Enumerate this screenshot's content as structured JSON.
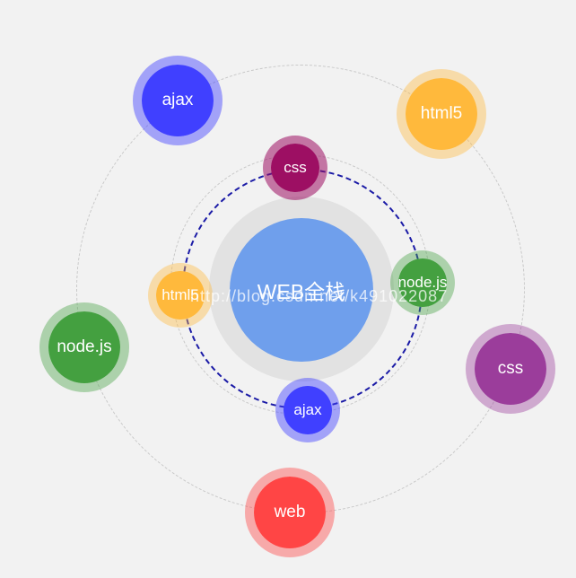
{
  "center": {
    "label": "WEB全栈",
    "color": "#6f9fec"
  },
  "outer_items": [
    {
      "label": "ajax",
      "color": "#4040ff",
      "ring": "rgba(64,64,255,0.45)"
    },
    {
      "label": "html5",
      "color": "#ffb93c",
      "ring": "rgba(255,185,60,0.4)"
    },
    {
      "label": "node.js",
      "color": "#44a040",
      "ring": "rgba(68,160,64,0.4)"
    },
    {
      "label": "css",
      "color": "#9b3d9b",
      "ring": "rgba(155,61,155,0.4)"
    },
    {
      "label": "web",
      "color": "#ff4545",
      "ring": "rgba(255,69,69,0.42)"
    }
  ],
  "inner_items": [
    {
      "label": "css",
      "color": "#9d0f63",
      "ring": "rgba(157,15,99,0.55)"
    },
    {
      "label": "html5",
      "color": "#ffb93c",
      "ring": "rgba(255,185,60,0.4)"
    },
    {
      "label": "node.js",
      "color": "#44a040",
      "ring": "rgba(68,160,64,0.4)"
    },
    {
      "label": "ajax",
      "color": "#4040ff",
      "ring": "rgba(64,64,255,0.45)"
    }
  ],
  "watermark": "http://blog.csdn.net/k491022087"
}
